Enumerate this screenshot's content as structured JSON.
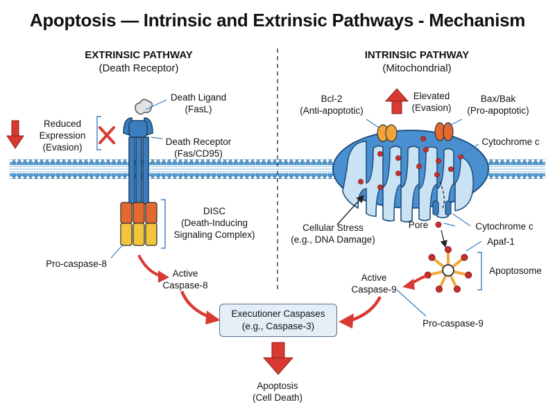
{
  "title": "Apoptosis — Intrinsic and Extrinsic Pathways - Mechanism",
  "extrinsic": {
    "heading": "EXTRINSIC PATHWAY",
    "subheading": "(Death Receptor)",
    "death_ligand": [
      "Death Ligand",
      "(FasL)"
    ],
    "death_receptor": [
      "Death Receptor",
      "(Fas/CD95)"
    ],
    "reduced_expression": [
      "Reduced",
      "Expression",
      "(Evasion)"
    ],
    "disc": [
      "DISC",
      "(Death-Inducing",
      "Signaling Complex)"
    ],
    "pro_caspase_8": "Pro-caspase-8",
    "active_caspase_8": [
      "Active",
      "Caspase-8"
    ]
  },
  "intrinsic": {
    "heading": "INTRINSIC PATHWAY",
    "subheading": "(Mitochondrial)",
    "bcl2": [
      "Bcl-2",
      "(Anti-apoptotic)"
    ],
    "elevated": [
      "Elevated",
      "(Evasion)"
    ],
    "bax_bak": [
      "Bax/Bak",
      "(Pro-apoptotic)"
    ],
    "cytochrome_c_top": "Cytochrome c",
    "cellular_stress": [
      "Cellular Stress",
      "(e.g., DNA Damage)"
    ],
    "pore": "Pore",
    "cytochrome_c_bottom": "Cytochrome c",
    "apaf1": "Apaf-1",
    "apoptosome": "Apoptosome",
    "active_caspase_9": [
      "Active",
      "Caspase-9"
    ],
    "pro_caspase_9": "Pro-caspase-9"
  },
  "executioner": [
    "Executioner Caspases",
    "(e.g., Caspase-3)"
  ],
  "outcome": [
    "Apoptosis",
    "(Cell Death)"
  ],
  "colors": {
    "membrane": "#4a9fd6",
    "membrane_dark": "#1d5a8c",
    "mito_outer": "#4a90d0",
    "mito_inner": "#c9e2f4",
    "arrow_red": "#d83a32",
    "receptor_blue": "#3a7ebf",
    "caspase_orange": "#e4692e",
    "caspase_yellow": "#f2c53d",
    "bcl2_orange": "#f0a53a",
    "cytc_red": "#c9302c",
    "exec_box": "#e3eef7"
  }
}
